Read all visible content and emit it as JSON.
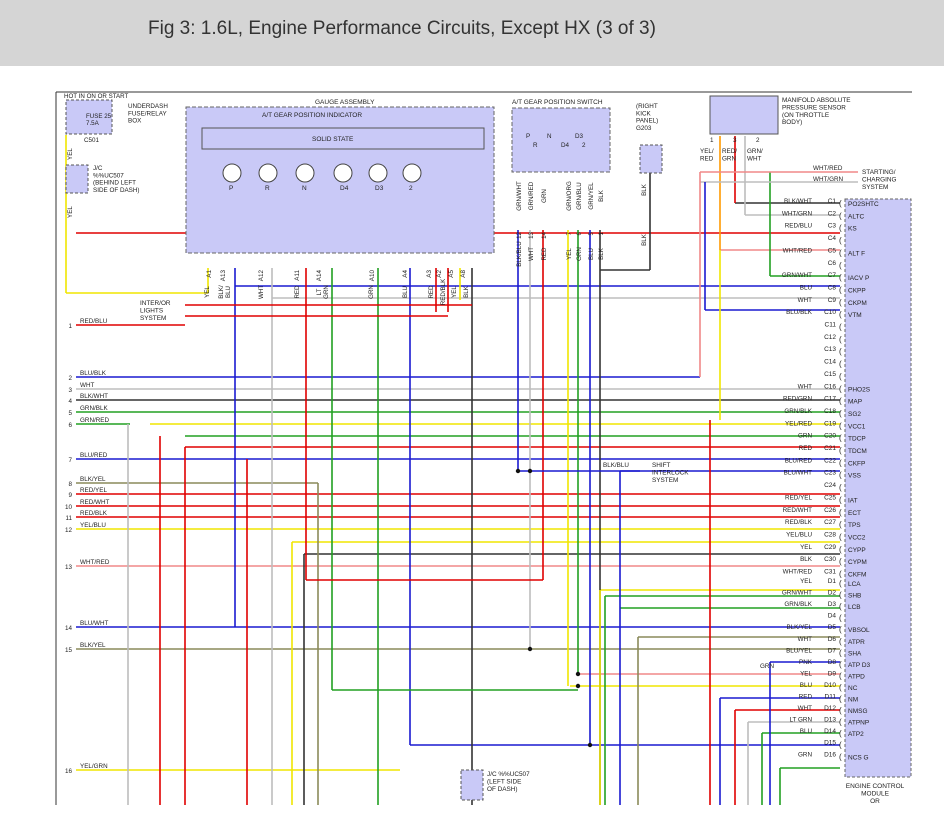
{
  "title": "Fig 3: 1.6L, Engine Performance Circuits, Except HX (3 of 3)",
  "colors": {
    "red": "#e00000",
    "green": "#22a022",
    "blue": "#1a1ad0",
    "yellow": "#f0e600",
    "black": "#333333",
    "white": "#bdbdbd",
    "pink": "#f08888",
    "olive": "#8a8a5a",
    "brown": "#8a5a2a",
    "orange": "#ff9a00",
    "box_fill": "#c9c9f7"
  },
  "power": {
    "hot_label": "HOT IN ON OR START",
    "fuse_label": "FUSE 25\n7.5A",
    "box_label": "UNDERDASH\nFUSE/RELAY\nBOX",
    "conn": "C501",
    "jc_label": "J/C\n%%UC507\n(BEHIND LEFT\nSIDE OF DASH)",
    "wire": "YEL"
  },
  "gauge": {
    "title": "GAUGE ASSEMBLY",
    "subtitle": "A/T GEAR POSITION INDICATOR",
    "solid_state": "SOLID STATE",
    "lamps": [
      "P",
      "R",
      "N",
      "D4",
      "D3",
      "2"
    ],
    "pins": [
      "A1",
      "A13",
      "A12",
      "A11",
      "A14",
      "A10",
      "A4",
      "A3",
      "A2",
      "A5",
      "A8"
    ],
    "wire_labels": [
      "YEL",
      "BLK/\nBLU",
      "WHT",
      "RED",
      "LT\nGRN",
      "GRN",
      "BLU",
      "RED",
      "RED/BLK",
      "YEL",
      "BLK"
    ]
  },
  "switch": {
    "title": "A/T GEAR POSITION SWITCH",
    "positions": [
      "P",
      "R",
      "N",
      "D4",
      "D3",
      "2"
    ],
    "pins": [
      "12",
      "13",
      "14",
      "7",
      "6",
      "5",
      "1"
    ],
    "wire_labels": [
      "BLK/BLU",
      "WHT",
      "RED",
      "YEL",
      "GRN",
      "BLU",
      "BLK"
    ],
    "top_labels": [
      "GRN/WHT",
      "GRN/RED",
      "GRN",
      "GRN/ORG",
      "GRN/BLU",
      "GRN/YEL",
      "BLK"
    ]
  },
  "ground": {
    "label": "(RIGHT\nKICK\nPANEL)\nG203",
    "wire": "BLK"
  },
  "map_sensor": {
    "label": "MANIFOLD ABSOLUTE\nPRESSURE SENSOR\n(ON THROTTLE\nBODY)",
    "pins": [
      "1",
      "3",
      "2"
    ],
    "wires": [
      "YEL/\nRED",
      "RED/\nGRN",
      "GRN/\nWHT"
    ]
  },
  "starting": {
    "label": "STARTING/\nCHARGING\nSYSTEM",
    "wires": [
      "WHT/RED",
      "WHT/GRN"
    ]
  },
  "interlock": {
    "label": "INTER/OR\nLIGHTS\nSYSTEM"
  },
  "shift": {
    "label": "SHIFT\nINTERLOCK\nSYSTEM",
    "wire": "BLK/BLU"
  },
  "left_wires": [
    {
      "n": "1",
      "label": "RED/BLU"
    },
    {
      "n": "2",
      "label": "BLU/BLK"
    },
    {
      "n": "3",
      "label": "WHT"
    },
    {
      "n": "4",
      "label": "BLK/WHT"
    },
    {
      "n": "5",
      "label": "GRN/BLK"
    },
    {
      "n": "6",
      "label": "GRN/RED"
    },
    {
      "n": "7",
      "label": "BLU/RED"
    },
    {
      "n": "8",
      "label": "BLK/YEL"
    },
    {
      "n": "9",
      "label": "RED/YEL"
    },
    {
      "n": "10",
      "label": "RED/WHT"
    },
    {
      "n": "11",
      "label": "RED/BLK"
    },
    {
      "n": "12",
      "label": "YEL/BLU"
    },
    {
      "n": "13",
      "label": "WHT/RED"
    },
    {
      "n": "14",
      "label": "BLU/WHT"
    },
    {
      "n": "15",
      "label": "BLK/YEL"
    },
    {
      "n": "16",
      "label": "YEL/GRN"
    }
  ],
  "ecm": {
    "label": "ENGINE CONTROL\nMODULE\nOR",
    "pins": [
      {
        "wire": "BLK/WHT",
        "pin": "C1",
        "name": "PO2SHTC"
      },
      {
        "wire": "WHT/GRN",
        "pin": "C2",
        "name": "ALTC"
      },
      {
        "wire": "RED/BLU",
        "pin": "C3",
        "name": "KS"
      },
      {
        "wire": "",
        "pin": "C4",
        "name": ""
      },
      {
        "wire": "WHT/RED",
        "pin": "C5",
        "name": "ALT F"
      },
      {
        "wire": "",
        "pin": "C6",
        "name": ""
      },
      {
        "wire": "GRN/WHT",
        "pin": "C7",
        "name": "IACV P"
      },
      {
        "wire": "BLU",
        "pin": "C8",
        "name": "CKPP"
      },
      {
        "wire": "WHT",
        "pin": "C9",
        "name": "CKPM"
      },
      {
        "wire": "BLU/BLK",
        "pin": "C10",
        "name": "VTM"
      },
      {
        "wire": "",
        "pin": "C11",
        "name": ""
      },
      {
        "wire": "",
        "pin": "C12",
        "name": ""
      },
      {
        "wire": "",
        "pin": "C13",
        "name": ""
      },
      {
        "wire": "",
        "pin": "C14",
        "name": ""
      },
      {
        "wire": "",
        "pin": "C15",
        "name": ""
      },
      {
        "wire": "WHT",
        "pin": "C16",
        "name": "PHO2S"
      },
      {
        "wire": "RED/GRN",
        "pin": "C17",
        "name": "MAP"
      },
      {
        "wire": "GRN/BLK",
        "pin": "C18",
        "name": "SG2"
      },
      {
        "wire": "YEL/RED",
        "pin": "C19",
        "name": "VCC1"
      },
      {
        "wire": "GRN",
        "pin": "C20",
        "name": "TDCP"
      },
      {
        "wire": "RED",
        "pin": "C21",
        "name": "TDCM"
      },
      {
        "wire": "BLU/RED",
        "pin": "C22",
        "name": "CKFP"
      },
      {
        "wire": "BLU/WHT",
        "pin": "C23",
        "name": "VSS"
      },
      {
        "wire": "",
        "pin": "C24",
        "name": ""
      },
      {
        "wire": "RED/YEL",
        "pin": "C25",
        "name": "IAT"
      },
      {
        "wire": "RED/WHT",
        "pin": "C26",
        "name": "ECT"
      },
      {
        "wire": "RED/BLK",
        "pin": "C27",
        "name": "TPS"
      },
      {
        "wire": "YEL/BLU",
        "pin": "C28",
        "name": "VCC2"
      },
      {
        "wire": "YEL",
        "pin": "C29",
        "name": "CYPP"
      },
      {
        "wire": "BLK",
        "pin": "C30",
        "name": "CYPM"
      },
      {
        "wire": "WHT/RED",
        "pin": "C31",
        "name": "CKFM"
      },
      {
        "wire": "YEL",
        "pin": "D1",
        "name": "LCA"
      },
      {
        "wire": "GRN/WHT",
        "pin": "D2",
        "name": "SHB"
      },
      {
        "wire": "GRN/BLK",
        "pin": "D3",
        "name": "LCB"
      },
      {
        "wire": "",
        "pin": "D4",
        "name": ""
      },
      {
        "wire": "BLK/YEL",
        "pin": "D5",
        "name": "VBSOL"
      },
      {
        "wire": "WHT",
        "pin": "D6",
        "name": "ATPR"
      },
      {
        "wire": "BLU/YEL",
        "pin": "D7",
        "name": "SHA"
      },
      {
        "wire": "PNK",
        "pin": "D8",
        "name": "ATP D3"
      },
      {
        "wire": "YEL",
        "pin": "D9",
        "name": "ATPD"
      },
      {
        "wire": "BLU",
        "pin": "D10",
        "name": "NC"
      },
      {
        "wire": "RED",
        "pin": "D11",
        "name": "NM"
      },
      {
        "wire": "WHT",
        "pin": "D12",
        "name": "NMSG"
      },
      {
        "wire": "LT GRN",
        "pin": "D13",
        "name": "ATPNP"
      },
      {
        "wire": "BLU",
        "pin": "D14",
        "name": "ATP2"
      },
      {
        "wire": "",
        "pin": "D15",
        "name": ""
      },
      {
        "wire": "GRN",
        "pin": "D16",
        "name": "NCS G"
      }
    ]
  },
  "d8_extra": "GRN",
  "bottom_jc": {
    "label": "J/C %%UC507\n(LEFT SIDE\nOF DASH)"
  }
}
